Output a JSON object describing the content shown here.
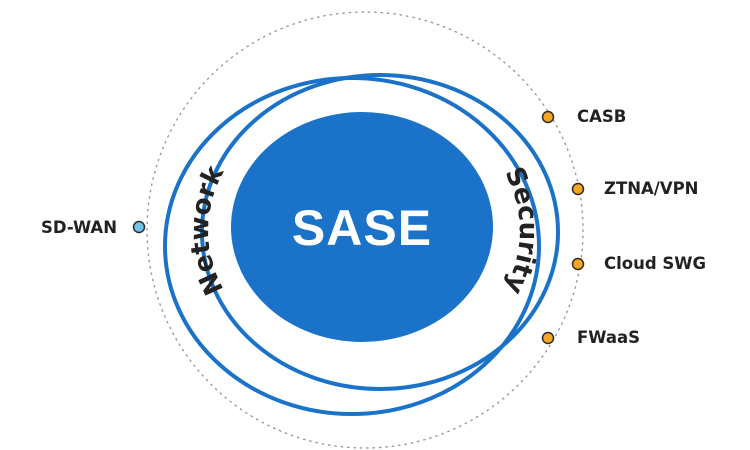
{
  "center": {
    "label": "SASE",
    "fill": "#1a73c8",
    "text_color": "#ffffff"
  },
  "rings": {
    "network": {
      "label": "Network"
    },
    "security": {
      "label": "Security"
    },
    "color": "#1a73c8"
  },
  "network_nodes": [
    {
      "label": "SD-WAN",
      "dot_color": "#6ec6ea"
    }
  ],
  "security_nodes": [
    {
      "label": "CASB",
      "dot_color": "#f5a623"
    },
    {
      "label": "ZTNA/VPN",
      "dot_color": "#f5a623"
    },
    {
      "label": "Cloud SWG",
      "dot_color": "#f5a623"
    },
    {
      "label": "FWaaS",
      "dot_color": "#f5a623"
    }
  ],
  "colors": {
    "text": "#222222",
    "dotted_ring": "#9a9a9a",
    "dot_outline": "#2b2b2b"
  }
}
